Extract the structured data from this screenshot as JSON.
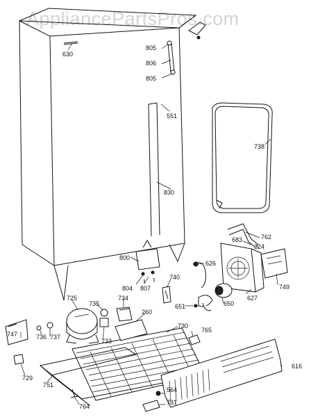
{
  "watermark": "AppliancePartsPros.com",
  "labels": {
    "p630": "630",
    "p805a": "805",
    "p806": "806",
    "p805b": "805",
    "p551": "551",
    "p738": "738",
    "p830": "830",
    "p762": "762",
    "p683": "683",
    "p324": "324",
    "p626": "626",
    "p800": "800",
    "p740": "740",
    "p804": "804",
    "p807": "807",
    "p627": "627",
    "p749": "749",
    "p725": "725",
    "p735": "735",
    "p734": "734",
    "p260": "260",
    "p651": "651",
    "p650": "650",
    "p730": "730",
    "p765": "765",
    "p747": "747",
    "p736": "736",
    "p737": "737",
    "p733": "733",
    "p616": "616",
    "p729": "729",
    "p751": "751",
    "p564": "564",
    "p731": "731",
    "p764": "764"
  }
}
